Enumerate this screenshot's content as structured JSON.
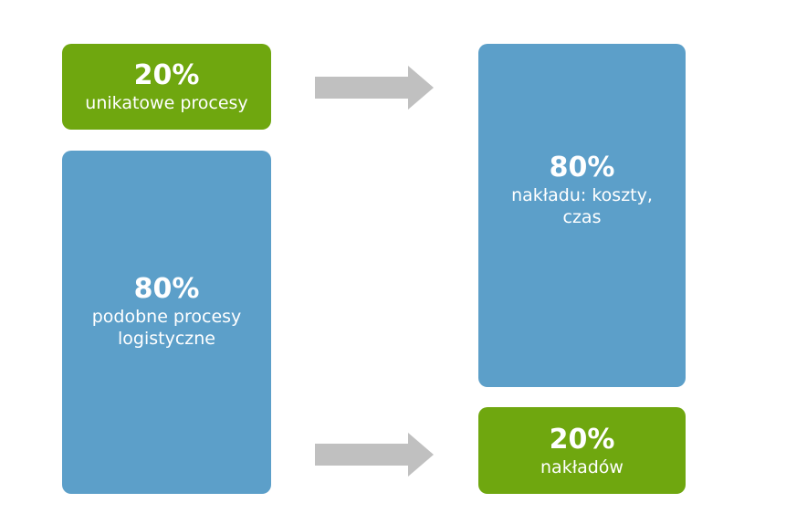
{
  "left_top": {
    "percent": "20%",
    "label": "unikatowe procesy"
  },
  "left_bottom": {
    "percent": "80%",
    "label_line1": "podobne procesy",
    "label_line2": "logistyczne"
  },
  "right_top": {
    "percent": "80%",
    "label_line1": "nakładu: koszty,",
    "label_line2": "czas"
  },
  "right_bottom": {
    "percent": "20%",
    "label": "nakładów"
  },
  "colors": {
    "green": "#6fa70f",
    "blue": "#5c9fc9",
    "arrow": "#c0c0c0"
  },
  "icons": [
    "arrow-right-icon",
    "arrow-right-icon"
  ]
}
